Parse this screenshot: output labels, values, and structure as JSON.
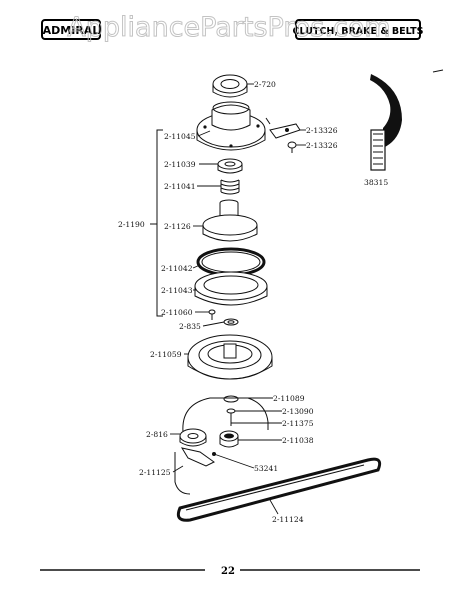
{
  "header": {
    "brand": "ADMIRAL",
    "section": "CLUTCH, BRAKE & BELTS"
  },
  "watermark": "AppliancePartsPros.com",
  "group_label": "2-1190",
  "callouts": [
    {
      "id": "2-720"
    },
    {
      "id": "2-11045"
    },
    {
      "id": "2-13326"
    },
    {
      "id": "2-13326"
    },
    {
      "id": "2-11039"
    },
    {
      "id": "2-11041"
    },
    {
      "id": "2-1126"
    },
    {
      "id": "2-11042"
    },
    {
      "id": "2-11043"
    },
    {
      "id": "2-11060"
    },
    {
      "id": "2-835"
    },
    {
      "id": "2-11059"
    },
    {
      "id": "2-11089"
    },
    {
      "id": "2-13090"
    },
    {
      "id": "2-11375"
    },
    {
      "id": "2-816"
    },
    {
      "id": "2-11038"
    },
    {
      "id": "53241"
    },
    {
      "id": "2-11125"
    },
    {
      "id": "2-11124"
    },
    {
      "id": "38315"
    }
  ],
  "footer": {
    "page_number": "22"
  },
  "colors": {
    "ink": "#111111",
    "watermark": "#bdbdbd",
    "background": "#ffffff"
  }
}
